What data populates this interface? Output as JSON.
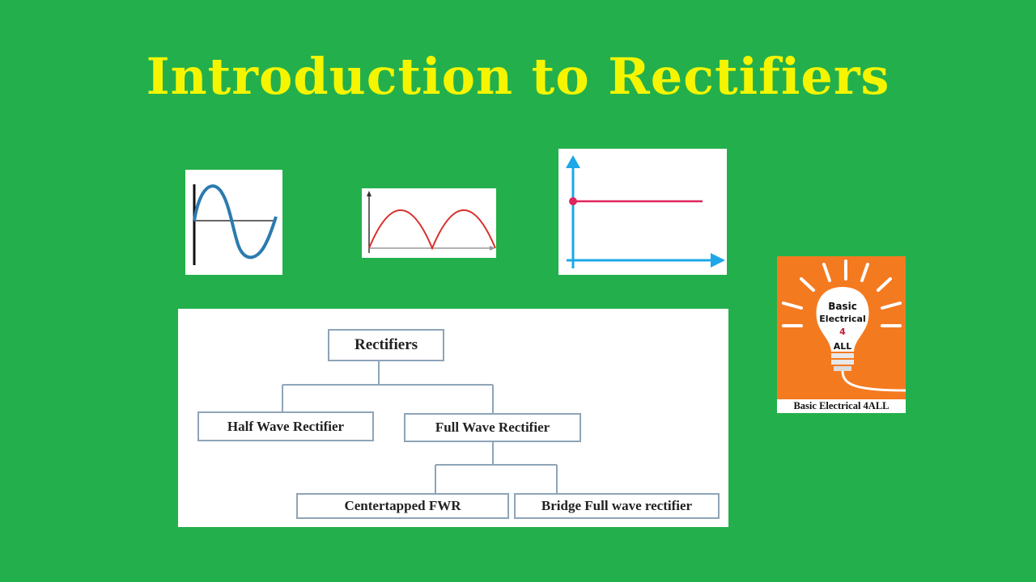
{
  "title": "Introduction to Rectifiers",
  "tree": {
    "root": "Rectifiers",
    "half_wave": "Half Wave Rectifier",
    "full_wave": "Full Wave Rectifier",
    "centertapped": "Centertapped FWR",
    "bridge": "Bridge Full wave rectifier"
  },
  "logo": {
    "line1": "Basic",
    "line2": "Electrical",
    "line3": "4",
    "line4": "ALL",
    "caption": "Basic Electrical 4ALL"
  },
  "colors": {
    "background": "#23b04c",
    "title": "#f5f500",
    "sine_wave": "#2a7bb0",
    "rectified_wave": "#d9302c",
    "dc_line": "#e0245e",
    "dc_axes": "#1ea7e8",
    "logo_bg": "#f47a20"
  }
}
